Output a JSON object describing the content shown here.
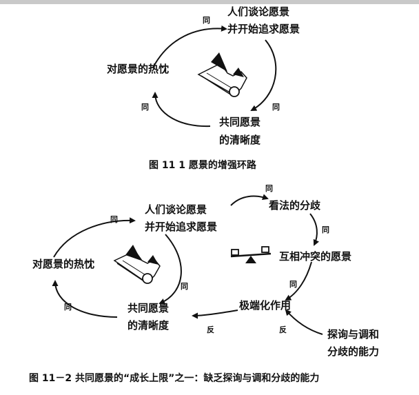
{
  "diagram1": {
    "talk": [
      "人们谈论愿景",
      "并开始追求愿景"
    ],
    "passion": "对愿景的热忱",
    "clarity": [
      "共同愿景",
      "的清晰度"
    ],
    "link_labels": [
      "同",
      "同",
      "同"
    ],
    "caption": "图 11   1 愿景的增强环路"
  },
  "diagram2": {
    "talk": [
      "人们谈论愿景",
      "并开始追求愿景"
    ],
    "passion": "对愿景的热忱",
    "clarity": [
      "共同愿景",
      "的清晰度"
    ],
    "divergence": "看法的分歧",
    "conflict": "互相冲突的愿景",
    "polarization": "极端化作用",
    "inquiry": [
      "探询与调和",
      "分歧的能力"
    ],
    "link_labels": [
      "同",
      "同",
      "同",
      "同",
      "同",
      "同",
      "反",
      "反"
    ],
    "caption": "图 11－2   共同愿景的“成长上限”之一：缺乏探询与调和分歧的能力"
  },
  "colors": {
    "ink": "#111111",
    "background": "#ffffff",
    "topbar": "#c9c9c9"
  }
}
